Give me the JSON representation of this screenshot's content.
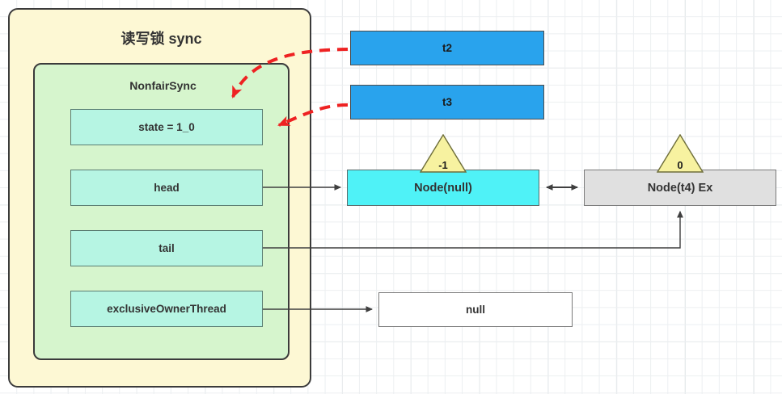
{
  "diagram": {
    "title": "读写锁 sync",
    "sync_container": {
      "label": "读写锁 sync",
      "fill": "#fdf8d4",
      "inner": {
        "label": "NonfairSync",
        "fill": "#d6f5cd",
        "fields": [
          {
            "name": "state",
            "label": "state = 1_0"
          },
          {
            "name": "head",
            "label": "head"
          },
          {
            "name": "tail",
            "label": "tail"
          },
          {
            "name": "exclusiveOwnerThread",
            "label": "exclusiveOwnerThread"
          }
        ]
      }
    },
    "threads": [
      {
        "label": "t2",
        "fill": "#29a3ed"
      },
      {
        "label": "t3",
        "fill": "#29a3ed"
      }
    ],
    "queue_nodes": [
      {
        "label": "Node(null)",
        "waitStatus": "-1",
        "fill": "#4ff2f7"
      },
      {
        "label": "Node(t4) Ex",
        "waitStatus": "0",
        "fill": "#e0e0e0"
      }
    ],
    "owner_value": {
      "label": "null",
      "fill": "#ffffff"
    },
    "colors": {
      "dashed_arrow": "#ee2222",
      "solid_arrow": "#3f3f3f",
      "badge_fill": "#f7f2a0",
      "badge_stroke": "#6e6e3a",
      "field_fill": "#b6f5e3",
      "border_dark": "#3b3b3b"
    }
  }
}
